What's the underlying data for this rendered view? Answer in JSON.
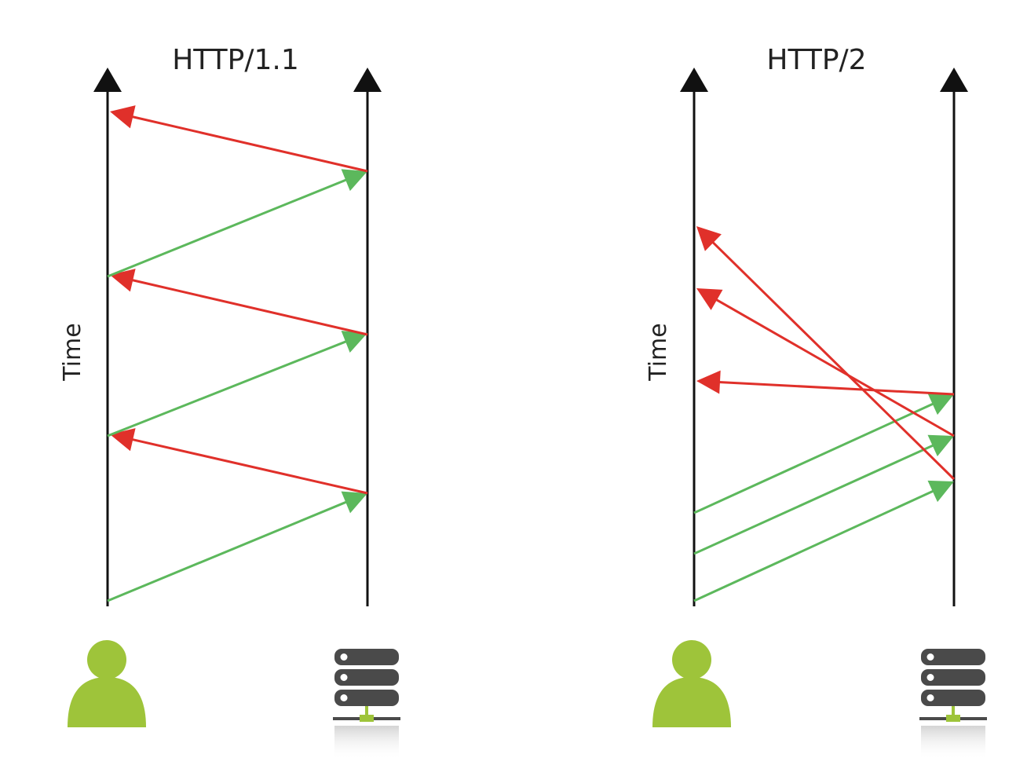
{
  "panels": [
    {
      "title": "HTTP/1.1",
      "axis_label": "Time",
      "client_icon": "user-icon",
      "server_icon": "server-icon"
    },
    {
      "title": "HTTP/2",
      "axis_label": "Time",
      "client_icon": "user-icon",
      "server_icon": "server-icon"
    }
  ],
  "colors": {
    "request": "#5cb85c",
    "response": "#e0302a",
    "axis": "#111111",
    "user": "#9ec43a",
    "server": "#4a4a4a",
    "server_connector": "#9ec43a"
  }
}
